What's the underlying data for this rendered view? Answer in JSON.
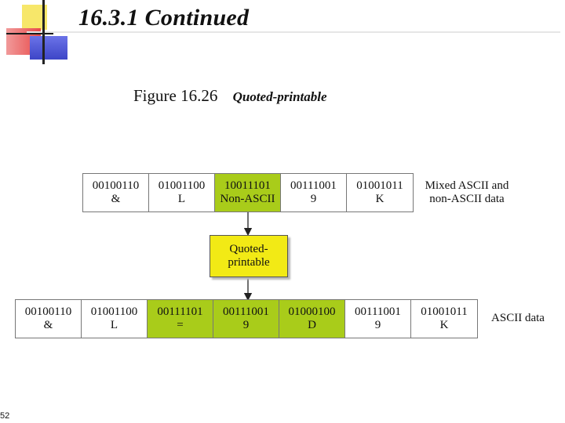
{
  "slide": {
    "title": "16.3.1  Continued",
    "figure_label": "Figure 16.26",
    "figure_subtitle": "Quoted-printable",
    "page_number": "52"
  },
  "diagram": {
    "top_row": [
      {
        "bits": "00100110",
        "char": "&"
      },
      {
        "bits": "01001100",
        "char": "L"
      },
      {
        "bits": "10011101",
        "char": "Non-ASCII"
      },
      {
        "bits": "00111001",
        "char": "9"
      },
      {
        "bits": "01001011",
        "char": "K"
      }
    ],
    "top_label_line1": "Mixed ASCII and",
    "top_label_line2": "non-ASCII data",
    "process_line1": "Quoted-",
    "process_line2": "printable",
    "bottom_row": [
      {
        "bits": "00100110",
        "char": "&"
      },
      {
        "bits": "01001100",
        "char": "L"
      },
      {
        "bits": "00111101",
        "char": "="
      },
      {
        "bits": "00111001",
        "char": "9"
      },
      {
        "bits": "01000100",
        "char": "D"
      },
      {
        "bits": "00111001",
        "char": "9"
      },
      {
        "bits": "01001011",
        "char": "K"
      }
    ],
    "bottom_label": "ASCII data",
    "colors": {
      "highlight": "#a9cc1a",
      "process_box": "#f2ea15"
    }
  }
}
